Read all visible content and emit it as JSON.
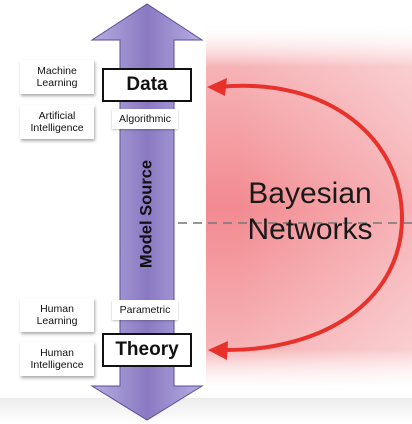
{
  "axis": {
    "label": "Model Source",
    "top_end": "Data",
    "bottom_end": "Theory",
    "top_tag": "Algorithmic",
    "bottom_tag": "Parametric"
  },
  "left_labels": [
    "Machine\nLearning",
    "Artificial\nIntelligence",
    "Human\nLearning",
    "Human\nIntelligence"
  ],
  "region": {
    "title_line1": "Bayesian",
    "title_line2": "Networks"
  },
  "colors": {
    "axis_fill": "#8a79c2",
    "axis_stroke": "#5c4b9c",
    "region_fill": "#f28e93",
    "loop_arrow": "#e8312a",
    "divider": "#777777"
  }
}
